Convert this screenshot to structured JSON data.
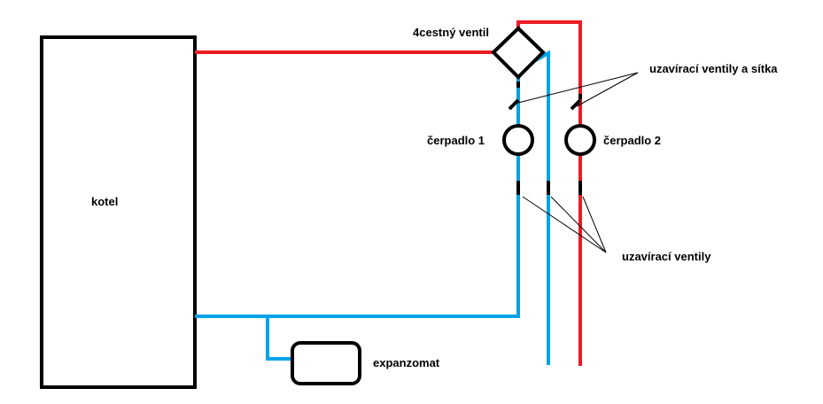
{
  "labels": {
    "boiler": "kotel",
    "four_way_valve": "4cestný ventil",
    "shutoff_valves_and_strainers": "uzavírací ventily a sítka",
    "pump1": "čerpadlo 1",
    "pump2": "čerpadlo 2",
    "shutoff_valves": "uzavírací ventily",
    "expansion_tank": "expanzomat"
  },
  "colors": {
    "hot_pipe": "#ed1c24",
    "cold_pipe": "#00a2e8",
    "outline": "#000000",
    "background": "#ffffff"
  }
}
